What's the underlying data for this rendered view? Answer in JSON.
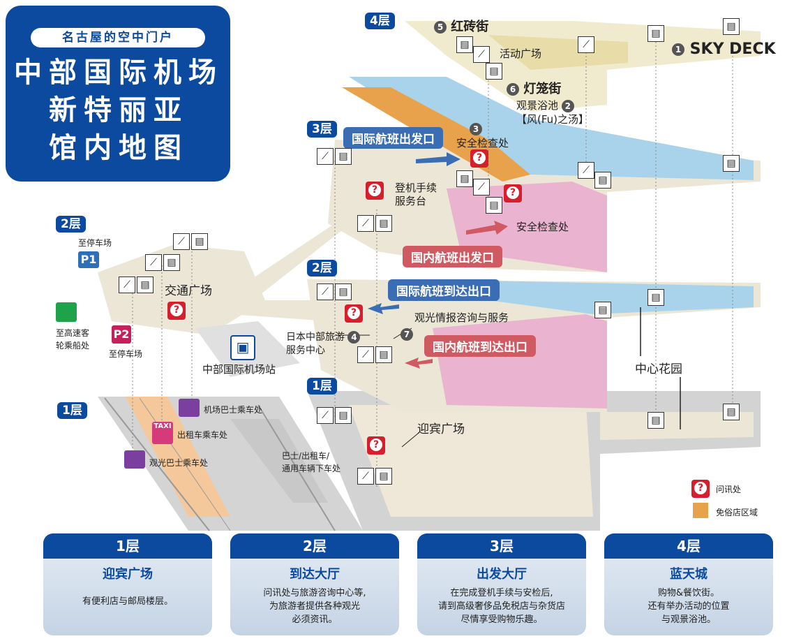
{
  "header": {
    "tagline": "名古屋的空中门户",
    "title_lines": [
      "中部国际机场",
      "新特丽亚",
      "馆内地图"
    ]
  },
  "floors": {
    "f4": "4层",
    "f3": "3层",
    "f2a": "2层",
    "f2b": "2层",
    "f1a": "1层",
    "f1b": "1层"
  },
  "labels": {
    "hongzhuan": "红砖街",
    "huodong": "活动广场",
    "skydeck": "SKY DECK",
    "denglong": "灯笼街",
    "yuchi": "观景浴池",
    "fengzhitang": "【风(Fu)之汤】",
    "anjian1": "安全检查处",
    "anjian2": "安全检查处",
    "dengji": [
      "登机手续",
      "服务台"
    ],
    "jiaotong": "交通广场",
    "zhitingche1": "至停车场",
    "zhitingche2": "至停车场",
    "chuan": [
      "至高速客",
      "轮乘船处"
    ],
    "station": "中部国际机场站",
    "guanguang_info": "观光情报咨询与服务",
    "lvyou_center": [
      "日本中部旅游",
      "服务中心"
    ],
    "zhongxin_huayuan": "中心花园",
    "yingbin": "迎宾广场",
    "bus_drop": [
      "巴士/出租车/",
      "通用车辆下车处"
    ],
    "airport_bus": "机场巴士乘车处",
    "taxi": "出租车乘车处",
    "sightseeing_bus": "观光巴士乘车处",
    "p1": "P1",
    "p2": "P2",
    "taxi_sign": "TAXI"
  },
  "numbers": {
    "n1": "1",
    "n2": "2",
    "n3": "3",
    "n4": "4",
    "n5": "5",
    "n6": "6",
    "n7": "7"
  },
  "banners": {
    "intl_dep": "国际航班出发口",
    "dom_dep": "国内航班出发口",
    "intl_arr": "国际航班到达出口",
    "dom_arr": "国内航班到达出口"
  },
  "legend": {
    "info": "问讯处",
    "dutyfree": "免俗店区域"
  },
  "cards": [
    {
      "floor": "1层",
      "title": "迎宾广场",
      "lines": [
        "有便利店与邮局楼层。"
      ]
    },
    {
      "floor": "2层",
      "title": "到达大厅",
      "lines": [
        "问讯处与旅游咨询中心等,",
        "为旅游者提供各种观光",
        "必须资讯。"
      ]
    },
    {
      "floor": "3层",
      "title": "出发大厅",
      "lines": [
        "在完成登机手续与安检后,",
        "请到高级奢侈品免税店与杂货店",
        "尽情享受购物乐趣。"
      ]
    },
    {
      "floor": "4层",
      "title": "蓝天城",
      "lines": [
        "购物&餐饮街。",
        "还有举办活动的位置",
        "与观景浴池。"
      ]
    }
  ],
  "colors": {
    "navy": "#0b4a9e",
    "dutyfree": "#e8a24c",
    "intl_zone": "#a9d3ea",
    "dom_zone": "#eab3cf",
    "info_red": "#d61f2c"
  }
}
